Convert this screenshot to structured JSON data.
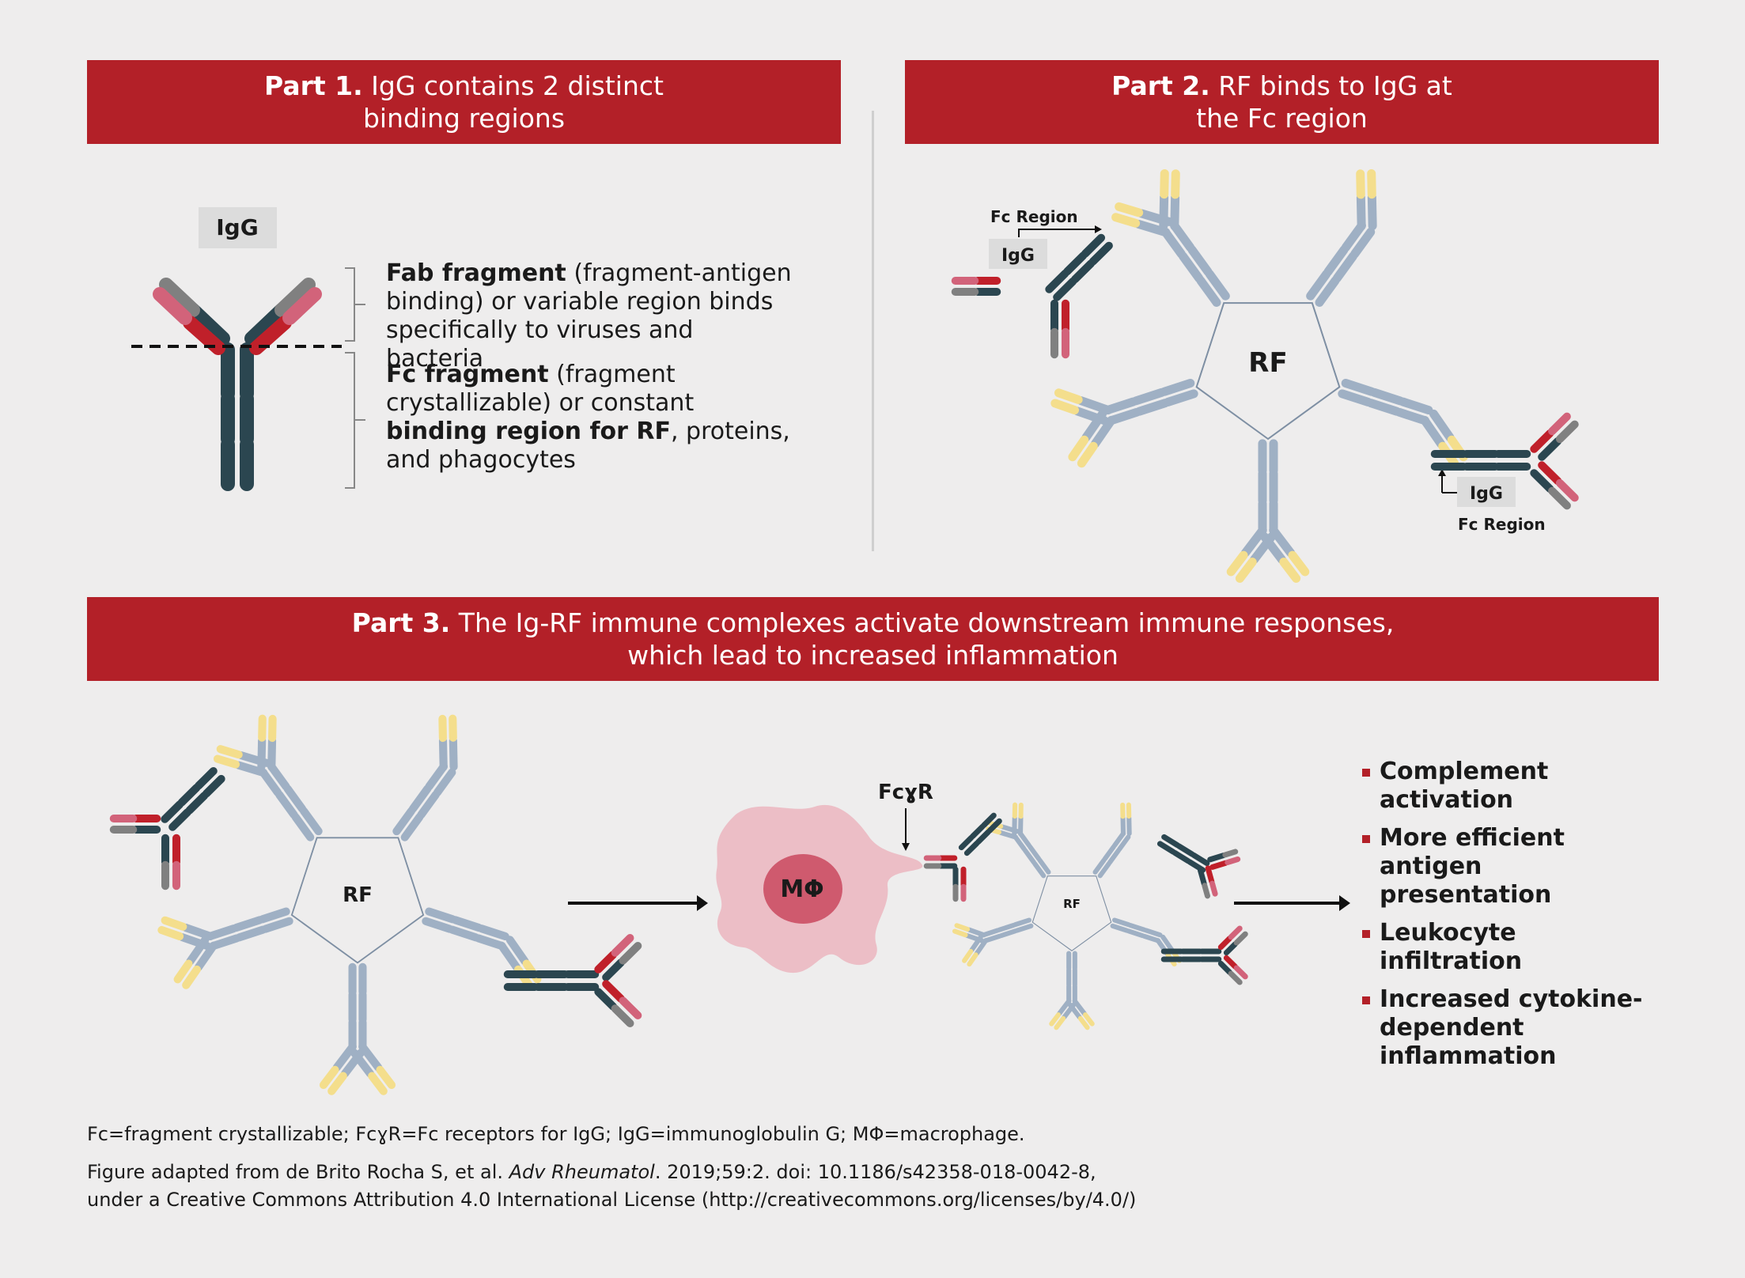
{
  "part1": {
    "label": "Part 1.",
    "title_line1": "IgG contains 2 distinct",
    "title_line2": "binding regions",
    "igg_label": "IgG",
    "fab_term": "Fab fragment",
    "fab_rest": " (fragment-antigen binding) or variable region binds specifically to viruses and bacteria",
    "fc_term": "Fc fragment",
    "fc_mid": " (fragment crystallizable) or constant ",
    "fc_bold2": "binding region for RF",
    "fc_end": ", proteins, and phagocytes"
  },
  "part2": {
    "label": "Part 2.",
    "title_line1": "RF binds to IgG at",
    "title_line2": "the Fc region",
    "fc_region_label": "Fc Region",
    "igg_label": "IgG",
    "rf_label": "RF"
  },
  "part3": {
    "label": "Part 3.",
    "title_line1": "The Ig-RF immune complexes activate downstream immune responses,",
    "title_line2": "which lead to increased inflammation",
    "rf_label": "RF",
    "macrophage_label": "MΦ",
    "receptor_label": "FcɣR",
    "outcomes": [
      "Complement activation",
      "More efficient antigen presentation",
      "Leukocyte infiltration",
      "Increased cytokine-dependent inflammation"
    ]
  },
  "footer": {
    "abbreviations": "Fc=fragment crystallizable; FcɣR=Fc receptors for IgG; IgG=immunoglobulin G; MΦ=macrophage.",
    "credit_pre": "Figure adapted from de Brito Rocha S, et al. ",
    "credit_journal": "Adv Rheumatol",
    "credit_post": ". 2019;59:2. doi: 10.1186/s42358-018-0042-8,",
    "credit_line2": "under a Creative Commons Attribution 4.0 International License (http://creativecommons.org/licenses/by/4.0/)"
  },
  "colors": {
    "banner": "#b32028",
    "heavy_chain": "#2b4650",
    "light_red": "#c0202a",
    "light_pink": "#d2637a",
    "light_gray": "#808080",
    "rf_chain": "#9fb0c4",
    "rf_tip": "#f4de8c",
    "macrophage_body": "#ecbec6",
    "macrophage_nucleus": "#cf5a6e"
  }
}
